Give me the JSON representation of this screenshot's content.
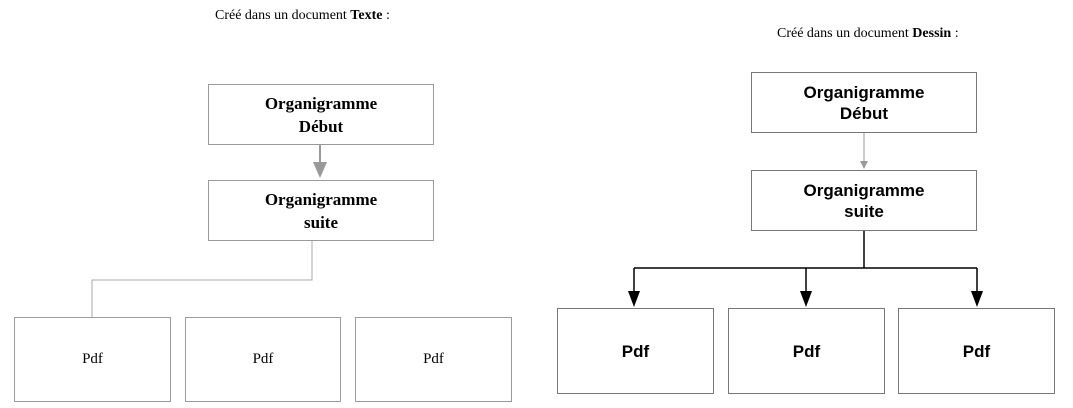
{
  "left": {
    "caption_prefix": "Créé dans un document ",
    "caption_strong": "Texte",
    "caption_suffix": " :",
    "top_box": {
      "line1": "Organigramme",
      "line2": "Début"
    },
    "middle_box": {
      "line1": "Organigramme",
      "line2": "suite"
    },
    "leaves": [
      "Pdf",
      "Pdf",
      "Pdf"
    ]
  },
  "right": {
    "caption_prefix": "Créé dans un document ",
    "caption_strong": "Dessin",
    "caption_suffix": " :",
    "top_box": {
      "line1": "Organigramme",
      "line2": "Début"
    },
    "middle_box": {
      "line1": "Organigramme",
      "line2": "suite"
    },
    "leaves": [
      "Pdf",
      "Pdf",
      "Pdf"
    ]
  },
  "colors": {
    "left_connector": "#9a9a9a",
    "right_connector": "#000000",
    "right_arrow_top": "#9a9a9a"
  }
}
